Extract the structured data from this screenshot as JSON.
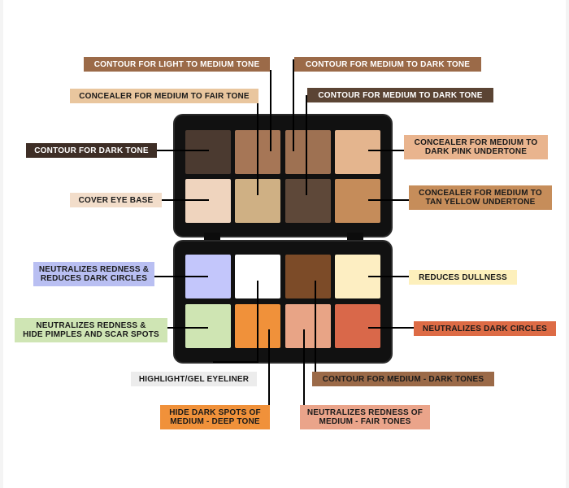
{
  "colors": {
    "palette_body": "#111111",
    "line": "#000000",
    "label_dark_brown": "#3e2e26",
    "label_medium_brown": "#9b6a48",
    "label_tan": "#e9c69e",
    "label_orange": "#f0913a",
    "label_peach": "#eaa48a",
    "label_lavender": "#b9bff2",
    "label_light_green": "#cfe5b4",
    "label_light_yellow": "#fdf0bc",
    "label_red_orange": "#dd6b45",
    "label_gray": "#ececec"
  },
  "top_palette": {
    "pans": [
      {
        "color": "#4b3a30"
      },
      {
        "color": "#a67656"
      },
      {
        "color": "#9e7152"
      },
      {
        "color": "#e4b58e"
      },
      {
        "color": "#efd4be"
      },
      {
        "color": "#cfb084"
      },
      {
        "color": "#5e4839"
      },
      {
        "color": "#c58c5a"
      }
    ]
  },
  "bottom_palette": {
    "pans": [
      {
        "color": "#c3c6fb"
      },
      {
        "color": "#ffffff"
      },
      {
        "color": "#7c4b28"
      },
      {
        "color": "#fdeec2"
      },
      {
        "color": "#cfe5b3"
      },
      {
        "color": "#f0913a"
      },
      {
        "color": "#e8a486"
      },
      {
        "color": "#d9684a"
      }
    ]
  },
  "labels": {
    "contour_light_medium": "CONTOUR FOR LIGHT TO MEDIUM TONE",
    "contour_medium_dark_1": "CONTOUR FOR MEDIUM TO DARK TONE",
    "concealer_medium_fair": "CONCEALER FOR MEDIUM TO FAIR TONE",
    "contour_medium_dark_2": "CONTOUR FOR MEDIUM TO DARK TONE",
    "contour_dark": "CONTOUR FOR DARK TONE",
    "concealer_pink_line1": "CONCEALER FOR MEDIUM TO",
    "concealer_pink_line2": "DARK PINK UNDERTONE",
    "cover_eye_base": "COVER EYE BASE",
    "concealer_yellow_line1": "CONCEALER FOR MEDIUM TO",
    "concealer_yellow_line2": "TAN YELLOW UNDERTONE",
    "neutral_redness_dark_line1": "NEUTRALIZES REDNESS &",
    "neutral_redness_dark_line2": "REDUCES DARK CIRCLES",
    "reduces_dullness": "REDUCES DULLNESS",
    "neutral_redness_pimples_line1": "NEUTRALIZES REDNESS &",
    "neutral_redness_pimples_line2": "HIDE PIMPLES AND SCAR SPOTS",
    "neutral_dark_circles": "NEUTRALIZES DARK CIRCLES",
    "highlight_gel": "HIGHLIGHT/GEL EYELINER",
    "contour_medium_dark_tones": "CONTOUR FOR MEDIUM - DARK TONES",
    "hide_dark_spots_line1": "HIDE DARK SPOTS OF",
    "hide_dark_spots_line2": "MEDIUM - DEEP TONE",
    "neutral_redness_fair_line1": "NEUTRALIZES REDNESS OF",
    "neutral_redness_fair_line2": "MEDIUM - FAIR TONES"
  }
}
